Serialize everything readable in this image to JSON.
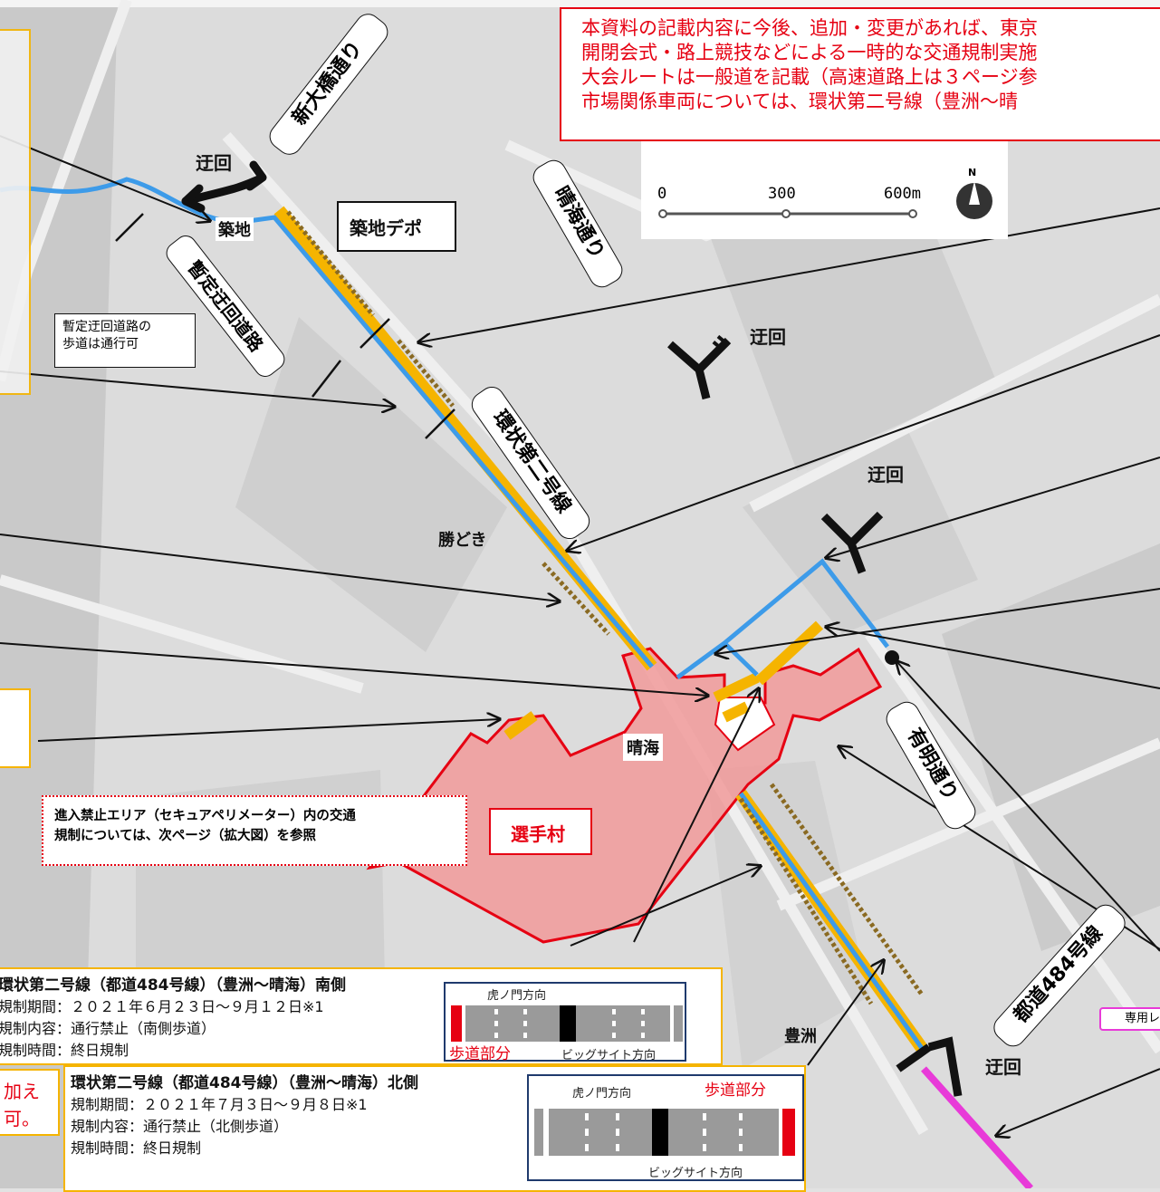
{
  "notice": {
    "lines": [
      "本資料の記載内容に今後、追加・変更があれば、東京",
      "開閉会式・路上競技などによる一時的な交通規制実施",
      "大会ルートは一般道を記載（高速道路上は３ページ参",
      "市場関係車両については、環状第二号線（豊洲～晴"
    ]
  },
  "scale": {
    "ticks": [
      "0",
      "300",
      "600m"
    ],
    "north": "N"
  },
  "roads": {
    "shin_ohashi": "新大橋通り",
    "harumi": "晴海通り",
    "kanjo2": "環状第二号線",
    "ariake": "有明通り",
    "toto484": "都道484号線",
    "zantei": "暫定迂回道路"
  },
  "places": {
    "tsukiji": "築地",
    "tsukiji_depot": "築地デポ",
    "kachidoki": "勝どき",
    "harumi": "晴海",
    "toyosu": "豊洲",
    "athletes_village": "選手村"
  },
  "detour_labels": [
    "迂回",
    "迂回",
    "迂回",
    "迂回"
  ],
  "notes": {
    "zantei_sidewalk": [
      "暫定迂回道路の",
      "歩道は通行可"
    ],
    "perimeter": [
      "進入禁止エリア（セキュアペリメーター）内の交通",
      "規制については、次ページ（拡大図）を参照"
    ],
    "senyo": "専用レ",
    "left_partial": [
      "加え",
      "可。"
    ]
  },
  "regulations": [
    {
      "title": "環状第二号線（都道484号線）（豊洲～晴海）南側",
      "period": "規制期間：２０２１年６月２３日～９月１２日※1",
      "content": "規制内容：通行禁止（南側歩道）",
      "time": "規制時間：終日規制",
      "lane_top": "虎ノ門方向",
      "lane_bottom": "ビッグサイト方向",
      "sidewalk": "歩道部分"
    },
    {
      "title": "環状第二号線（都道484号線）（豊洲～晴海）北側",
      "period": "規制期間：２０２１年７月３日～９月８日※1",
      "content": "規制内容：通行禁止（北側歩道）",
      "time": "規制時間：終日規制",
      "lane_top": "虎ノ門方向",
      "lane_bottom": "ビッグサイト方向",
      "sidewalk": "歩道部分"
    }
  ],
  "colors": {
    "restriction_yellow": "#f5b400",
    "route_blue": "#3d9be9",
    "village_fill": "#f19a9a",
    "village_border": "#e60012",
    "sidewalk_red": "#e60012",
    "dotted_brown": "#8a6a22",
    "magenta": "#e83ad8"
  }
}
